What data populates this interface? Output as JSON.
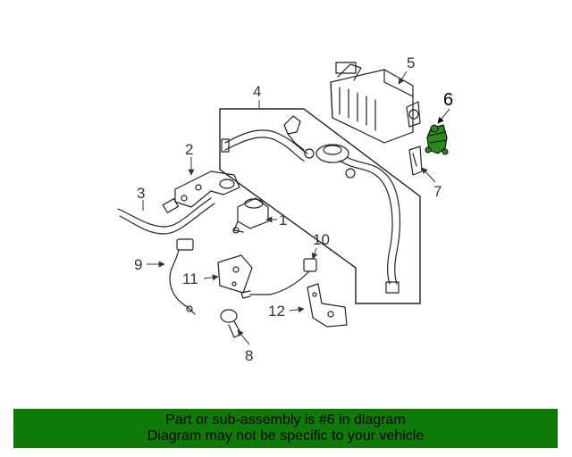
{
  "diagram": {
    "callouts": [
      "1",
      "2",
      "3",
      "4",
      "5",
      "6",
      "7",
      "8",
      "9",
      "10",
      "11",
      "12"
    ],
    "highlight_color": "#2a8a1c"
  },
  "banner": {
    "line1": "Part or sub-assembly is #6 in diagram",
    "line2": "Diagram may not be specific to your vehicle",
    "background": "#0f7a07"
  }
}
